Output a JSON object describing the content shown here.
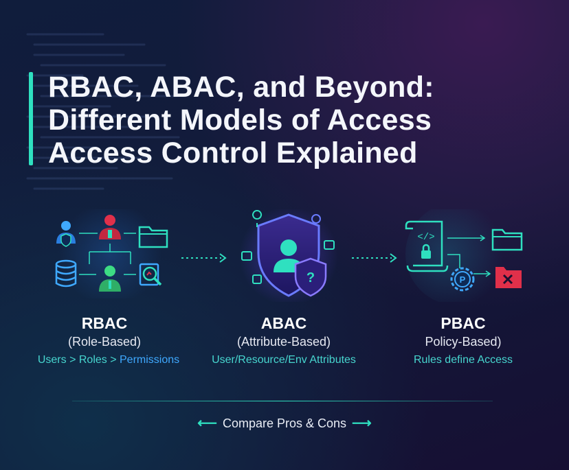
{
  "title_lines": [
    "RBAC, ABAC, and Beyond:",
    "Different Models of Access",
    "Access Control Explained"
  ],
  "models": [
    {
      "name": "RBAC",
      "subtitle": "(Role-Based)",
      "desc_part1": "Users > Roles > ",
      "desc_part2": "Permissions"
    },
    {
      "name": "ABAC",
      "subtitle": "(Attribute-Based)",
      "desc_part1": "User/Resource/Env Attributes"
    },
    {
      "name": "PBAC",
      "subtitle": "Policy-Based)",
      "desc_part1": "Rules define Access"
    }
  ],
  "footer": {
    "label": "Compare Pros & Cons",
    "left_arrow": "⟵",
    "right_arrow": "⟶"
  },
  "colors": {
    "accent": "#2fe0c0",
    "blue": "#3fa9ff",
    "red": "#e0304a",
    "purple": "#7a5cff",
    "green": "#3ddc84"
  }
}
